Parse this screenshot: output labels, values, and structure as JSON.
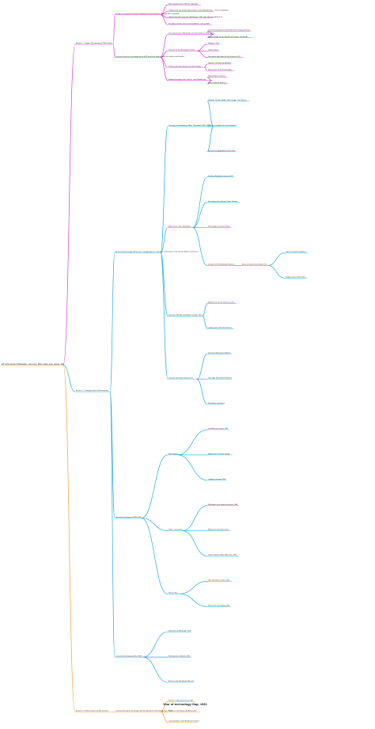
{
  "root": "EP Schumacher Wiesbaden, Germany, Rhine Main area, Hesse, DE",
  "colors": {
    "magenta": "#d63cd6",
    "cyan": "#1eaee0",
    "orange": "#f0a030",
    "text": "#222222"
  },
  "branches": [
    {
      "id": "b1",
      "color": "magenta",
      "label": "Branch 1 – Chapter 12 (summary of 1900 events)",
      "children": [
        {
          "label": "Includes an overview of several contributors that founded the 1900 and 1910 Jugendstil",
          "children": [
            {
              "label": "Most notable work in 1902 for Jugendstil"
            },
            {
              "label": "Collaborated with Joseph Maria Olbrich at the Mathildenhöhe – Ernst-Ludwig-Haus"
            },
            {
              "label": "Helped found the Deutscher Werkbund in 1907 (with Hermann Muthesius)"
            },
            {
              "label": "Founding member of the Darmstadt Artists' Colony 1899"
            }
          ]
        },
        {
          "label": "In his first active era, the design focus of EP was in the fields of book art, interiors and furniture",
          "children": [
            {
              "label": "The early period of Wiesbaden and Darmstadt (ca 1898–1905)",
              "children": [
                {
                  "label": "Commissioned by the Grand Duke Ernst Ludwig of Hesse"
                },
                {
                  "label": "Interior design for the Grand Ducal Palace, Darmstadt"
                }
              ]
            },
            {
              "label": "Furniture for the Wiesbaden Kurhaus",
              "children": [
                {
                  "label": "Designs, chairs"
                },
                {
                  "label": "Cabinet pieces"
                },
                {
                  "label": "Decorative wall panels for the Kurhaus 1907"
                }
              ]
            },
            {
              "label": "Posters and book design for the Insel Verlag",
              "children": [
                {
                  "label": "Typeface 'Schumacher-Antiqua'"
                },
                {
                  "label": "Book covers for the Insel Verlag"
                }
              ]
            },
            {
              "label": "Exhibition display at the 1904 St. Louis World's Fair",
              "children": [
                {
                  "label": "Gold medal for interiors"
                },
                {
                  "label": "Silver medal for book art"
                }
              ]
            }
          ]
        }
      ]
    },
    {
      "id": "b2",
      "color": "cyan",
      "label": "Branch 2 – Leading position (1906 onwards)",
      "children": [
        {
          "label": "At the end of this stage, EP became a leading figure as a designer and teacher in the German Reform movement",
          "children": [
            {
              "label": "Teaching at the Academy of Arts, Düsseldorf (1906–1913)",
              "children": [
                {
                  "label": "Students: Friedrich Adler, Max Laeuger, Paul Renner"
                },
                {
                  "label": "Courses in applied arts and ornament"
                },
                {
                  "label": "Lectures on typography and the book"
                }
              ]
            },
            {
              "label": "Work for the city of Wiesbaden",
              "children": [
                {
                  "label": "Kurhaus Wiesbaden interiors 1907"
                },
                {
                  "label": "Furnishing of the Hessian State Theatre"
                },
                {
                  "label": "Villa designs on the Neroberg"
                },
                {
                  "label": "Designs for the Wiesbaden Museum",
                  "children": [
                    {
                      "label": "Museum wing interior design 1912",
                      "children": [
                        {
                          "label": "Colour concept for galleries"
                        },
                        {
                          "label": "Display cases and furniture"
                        }
                      ]
                    }
                  ]
                }
              ]
            },
            {
              "label": "Deutscher Werkbund exhibition Cologne 1914",
              "children": [
                {
                  "label": "Model house for the Hessian section"
                },
                {
                  "label": "Collaboration with Peter Behrens"
                }
              ]
            },
            {
              "label": "Furniture and interior design firms",
              "children": [
                {
                  "label": "Deutsche Werkstätten Hellerau"
                },
                {
                  "label": "Vereinigte Werkstätten München"
                },
                {
                  "label": "Wiesbaden workshops"
                }
              ]
            }
          ]
        },
        {
          "label": "Key works and projects 1908–1925",
          "children": [
            {
              "label": "Book designs",
              "children": [
                {
                  "label": "Insel-Bücherei covers 1912"
                },
                {
                  "label": "Editions for S. Fischer Verlag"
                },
                {
                  "label": "Typeface revisions 1919"
                }
              ]
            },
            {
              "label": "Public commissions",
              "children": [
                {
                  "label": "Wiesbaden train station ornaments 1906"
                },
                {
                  "label": "Memorial for the fallen 1921"
                },
                {
                  "label": "Church interiors, Rhine Main area 1923"
                }
              ]
            },
            {
              "label": "Private villas",
              "children": [
                {
                  "label": "Villa Clementine interior 1910"
                },
                {
                  "label": "Villa on the Sonnenberg 1914"
                }
              ]
            }
          ]
        },
        {
          "label": "Late period and legacy (1925–1940)",
          "children": [
            {
              "label": "Retirement to Wiesbaden 1930"
            },
            {
              "label": "Retrospective exhibition 1937"
            },
            {
              "label": "Archive at the Wiesbaden Museum"
            }
          ]
        }
      ]
    },
    {
      "id": "b3",
      "color": "orange",
      "label": "Branch 3 – Further activities (1930 onwards)",
      "children": [
        {
          "label": "Continued writing on the design and teaching (Year of Technology Gap, 1931)",
          "children": [
            {
              "label": "Essays in 'Dekorative Kunst' 1931"
            },
            {
              "label": "Lectures at the Nassau Art Association"
            },
            {
              "label": "Correspondence with Werkbund members"
            }
          ]
        }
      ]
    }
  ],
  "callout": "Year of technology Gap, 1931"
}
